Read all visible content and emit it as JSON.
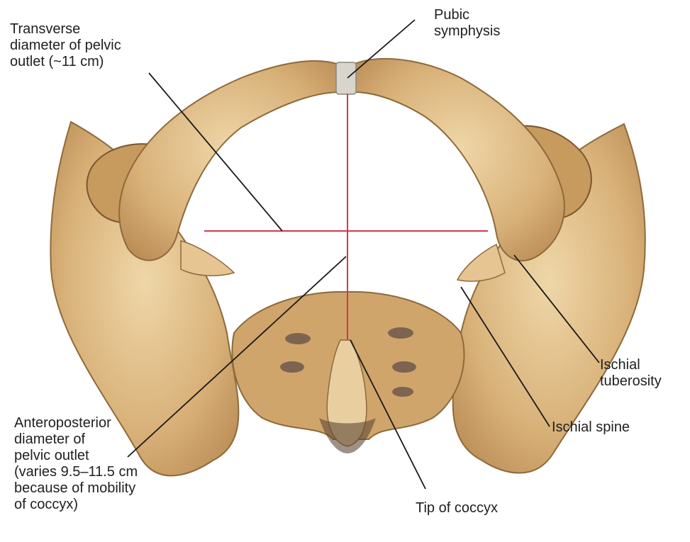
{
  "labels": {
    "transverse": [
      "Transverse",
      "diameter of pelvic",
      "outlet (~11 cm)"
    ],
    "pubic": [
      "Pubic",
      "symphysis"
    ],
    "ischial_tuberosity": [
      "Ischial",
      "tuberosity"
    ],
    "ischial_spine": [
      "Ischial spine"
    ],
    "anteroposterior": [
      "Anteroposterior",
      "diameter of",
      "pelvic outlet",
      "(varies 9.5–11.5 cm",
      "because of mobility",
      "of coccyx)"
    ],
    "coccyx": [
      "Tip of coccyx"
    ]
  },
  "colors": {
    "bone": "#d8b37c",
    "bone_light": "#ecd3a3",
    "bone_shadow": "#9f7642",
    "measure_line": "#d23a4a",
    "leader_line": "#1a1a1a",
    "text": "#1f1f1f"
  }
}
